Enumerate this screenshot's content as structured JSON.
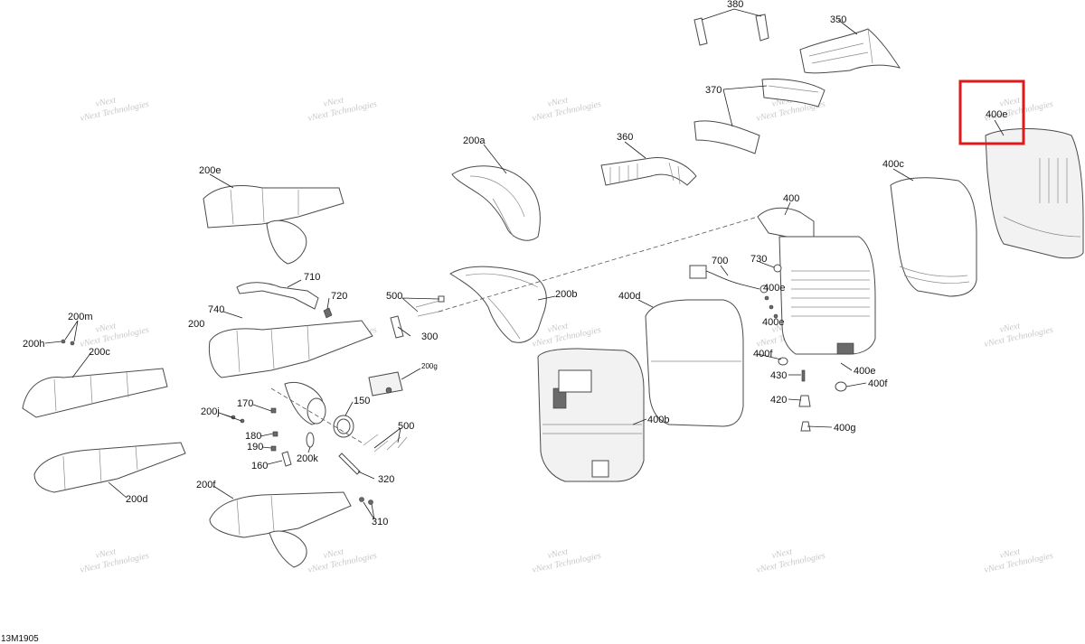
{
  "diagram": {
    "drawing_code": "13M1905",
    "highlight_color": "#e01a1a",
    "callouts": [
      "380",
      "350",
      "370",
      "360",
      "200a",
      "200e",
      "400",
      "400c",
      "400e",
      "700",
      "730",
      "710",
      "720",
      "500",
      "200b",
      "400d",
      "740",
      "200m",
      "200h",
      "200",
      "300",
      "200c",
      "200g",
      "400f",
      "430",
      "420",
      "400g",
      "170",
      "200j",
      "150",
      "180",
      "190",
      "200k",
      "160",
      "320",
      "200d",
      "200f",
      "310",
      "400b"
    ],
    "highlighted_callout": "400e",
    "watermark": [
      "vNext",
      "Technologies"
    ]
  }
}
